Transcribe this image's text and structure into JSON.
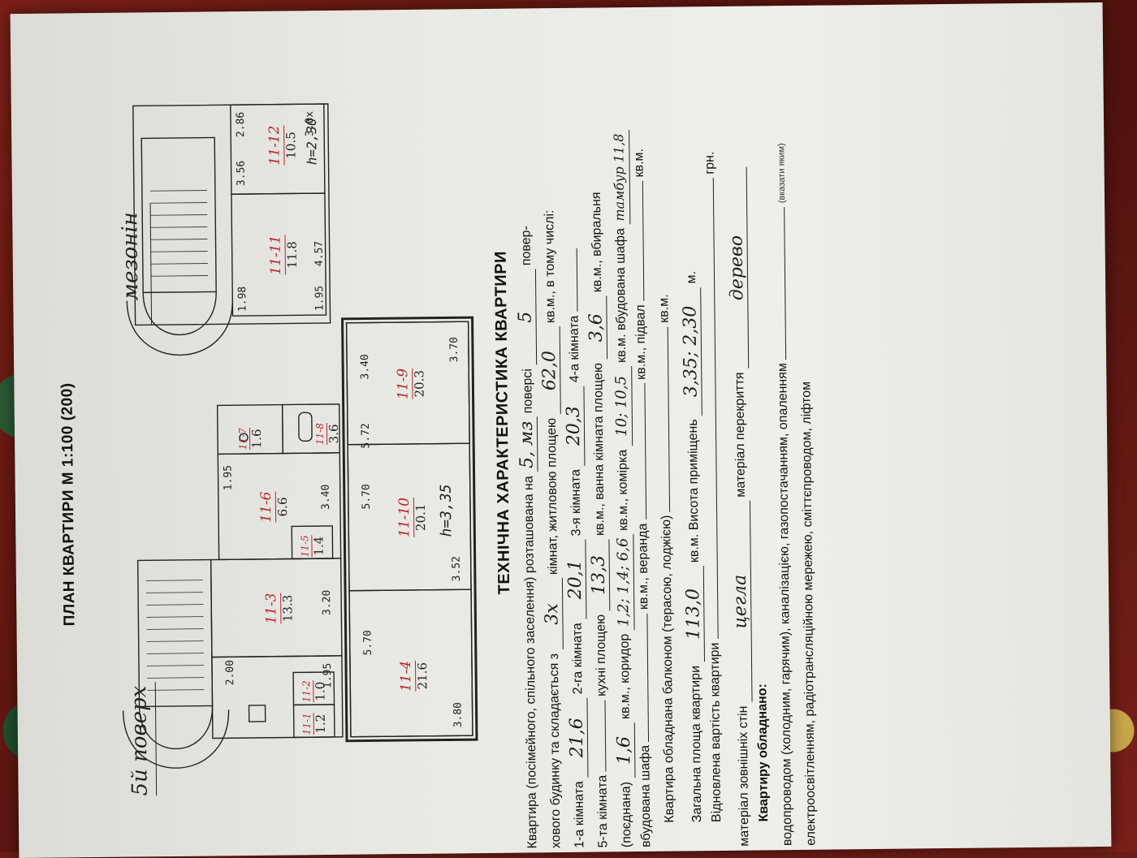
{
  "plan": {
    "title": "ПЛАН КВАРТИРИ М 1:100 (200)",
    "floor_main": "5й поверх",
    "floor_mezz": "мезонін",
    "height_main": "h=3,35",
    "height_mezz": "h=2,30",
    "rooms": [
      {
        "id": "11-4",
        "area": "21.6"
      },
      {
        "id": "11-3",
        "area": "13.3"
      },
      {
        "id": "11-10",
        "area": "20.1"
      },
      {
        "id": "11-9",
        "area": "20.3"
      },
      {
        "id": "11-6",
        "area": "6.6"
      },
      {
        "id": "11-5",
        "area": "1.4"
      },
      {
        "id": "11-7",
        "area": "1.6"
      },
      {
        "id": "11-8",
        "area": "3.6"
      },
      {
        "id": "11-1",
        "area": "1.2"
      },
      {
        "id": "11-2",
        "area": "1.0"
      },
      {
        "id": "11-11",
        "area": "11.8"
      },
      {
        "id": "11-12",
        "area": "10.5"
      }
    ],
    "dims": [
      "3.80",
      "5.70",
      "3.52",
      "5.70",
      "3.70",
      "5.72",
      "3.40",
      "1.95",
      "3.40",
      "3.20",
      "2.00",
      "1.95",
      "4.57",
      "1.95",
      "1.98",
      "2.86",
      "3.56",
      "3.0х"
    ]
  },
  "tech": {
    "title": "ТЕХНІЧНА ХАРАКТЕРИСТИКА КВАРТИРИ",
    "l1_a": "Квартира (посімейного, спільного заселення) розташована на",
    "l1_v1": "5, мз",
    "l1_b": "поверсі",
    "l1_v2": "5",
    "l1_c": "повер-",
    "l2_a": "хового будинку та складається з",
    "l2_v1": "3х",
    "l2_b": "кімнат, житловою площею",
    "l2_v2": "62,0",
    "l2_c": "кв.м., в тому числі:",
    "l3_a": "1-а кімната",
    "l3_v1": "21,6",
    "l3_b": "2-га кімната",
    "l3_v2": "20,1",
    "l3_c": "3-я кімната",
    "l3_v3": "20,3",
    "l3_d": "4-а кімната",
    "l4_a": "5-та кімната",
    "l4_b": "кухні площею",
    "l4_v1": "13,3",
    "l4_c": "кв.м., ванна кімната площею",
    "l4_v2": "3,6",
    "l4_d": "кв.м., вбиральня",
    "l5_a": "(поєднана)",
    "l5_v1": "1,6",
    "l5_b": "кв.м., коридор",
    "l5_v2": "1,2; 1,4; 6,6",
    "l5_c": "кв.м., комірка",
    "l5_v3": "10; 10,5",
    "l5_d": "кв.м. вбудована шафа",
    "l5_v4": "тамбур 11,8",
    "l6_a": "вбудована шафа",
    "l6_b": "кв.м., веранда",
    "l6_c": "кв.м., підвал",
    "l6_d": "кв.м.",
    "l7_a": "Квартира обладнана балконом (терасою, лоджією)",
    "l7_b": "кв.м.",
    "l8_a": "Загальна площа квартири",
    "l8_v1": "113,0",
    "l8_b": "кв.м. Висота приміщень",
    "l8_v2": "3,35; 2,30",
    "l8_c": "м.",
    "l9_a": "Відновлена вартість квартири",
    "l9_b": "грн.",
    "l10_a": "матеріал зовнішніх стін",
    "l10_v1": "цегла",
    "l10_b": "матеріал перекриття",
    "l10_v2": "дерево",
    "l11": "Квартиру обладнано:",
    "l12_a": "водопроводом (холодним, гарячим), каналізацією, газопостачанням, опаленням",
    "l12_b": "(вказати яким)",
    "l13": "електроосвітленням, радіотрансляційною мережею, сміттєпроводом, ліфтом"
  }
}
